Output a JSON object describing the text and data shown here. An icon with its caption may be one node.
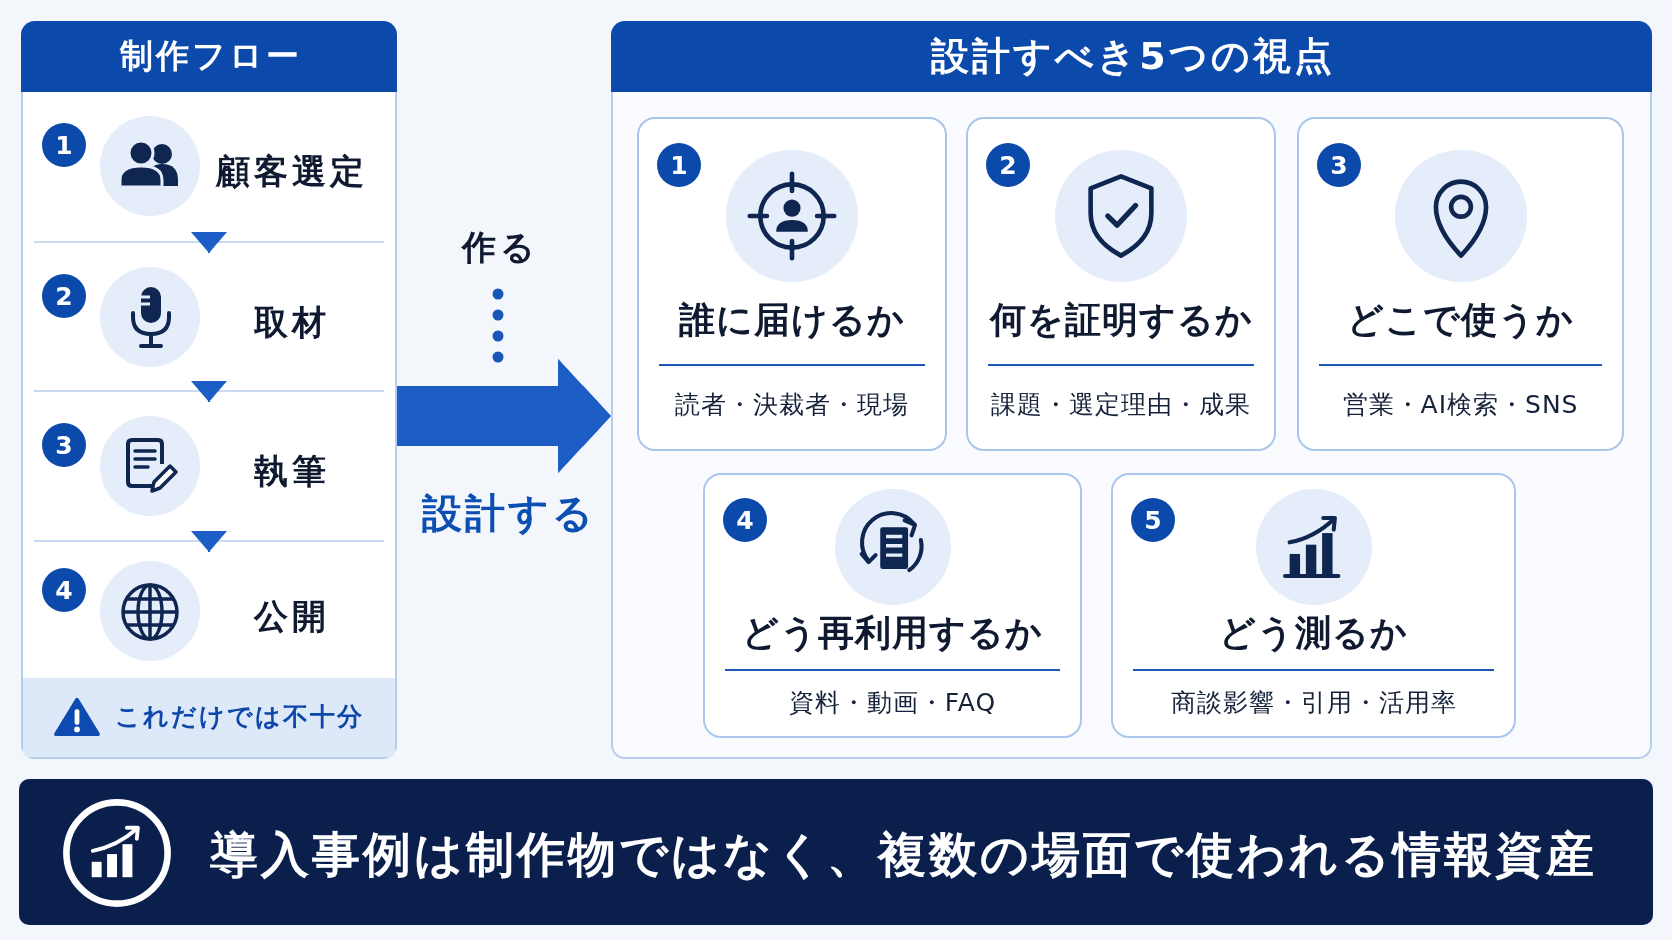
{
  "diagram": {
    "nodes": [
      {
        "text": [
          "制作フロー"
        ]
      },
      {
        "text": [
          "1",
          "顧客選定"
        ],
        "in": 0
      },
      {
        "text": [
          "2",
          "取材"
        ],
        "in": 0
      },
      {
        "text": [
          "3",
          "執筆"
        ],
        "in": 0
      },
      {
        "text": [
          "4",
          "公開"
        ],
        "in": 0
      },
      {
        "text": [
          "これだけでは不十分"
        ],
        "in": 0
      },
      {
        "text": [
          "設計すべき5つの視点"
        ]
      },
      {
        "text": [
          "1",
          "誰に届けるか",
          "読者・決裁者・現場"
        ],
        "in": 6
      },
      {
        "text": [
          "2",
          "何を証明するか",
          "課題・選定理由・成果"
        ],
        "in": 6
      },
      {
        "text": [
          "3",
          "どこで使うか",
          "営業・AI検索・SNS"
        ],
        "in": 6
      },
      {
        "text": [
          "4",
          "どう再利用するか",
          "資料・動画・FAQ"
        ],
        "in": 6
      },
      {
        "text": [
          "5",
          "どう測るか",
          "商談影響・引用・活用率"
        ],
        "in": 6
      },
      {
        "text": [
          "導入事例は制作物ではなく、複数の場面で使われる情報資産"
        ]
      }
    ],
    "edges": [
      {
        "from": 1,
        "to": 2,
        "arrow": "to"
      },
      {
        "from": 2,
        "to": 3,
        "arrow": "to"
      },
      {
        "from": 3,
        "to": 4,
        "arrow": "to"
      },
      {
        "from": 0,
        "to": 6,
        "arrow": "to",
        "style": "thick"
      }
    ],
    "labels": [
      "作る",
      "設計する"
    ]
  }
}
